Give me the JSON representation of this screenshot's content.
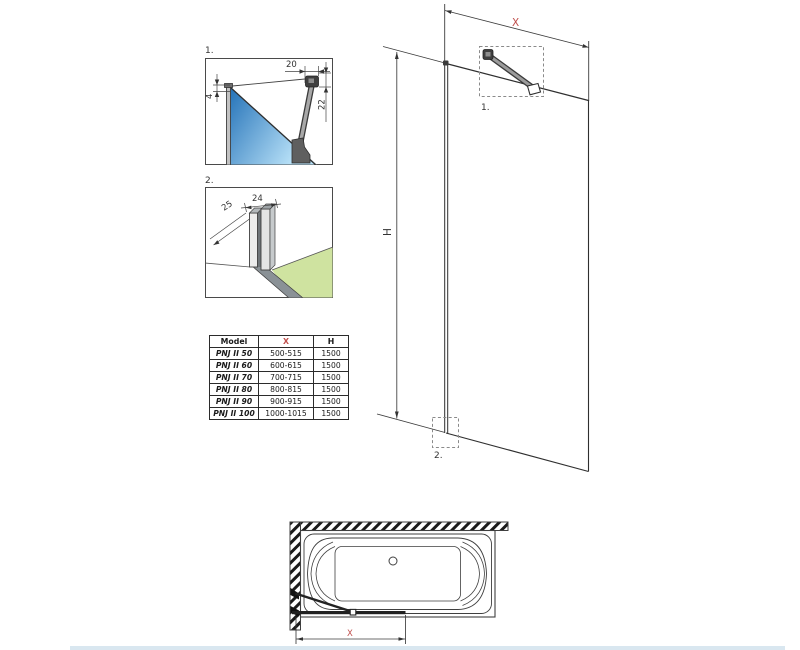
{
  "page": {
    "background": "#ffffff"
  },
  "colors": {
    "accent_red": "#c0504d",
    "line_dark": "#3c3c3c",
    "glass_blue_dark": "#2472b8",
    "glass_blue_light": "#b7e0f7",
    "floor_green": "#cfe3a0",
    "profile_gray": "#c8c8c8",
    "footer_strip": "#d9e7f0"
  },
  "detail1": {
    "label": "1.",
    "dim_top": "20",
    "dim_right": "22",
    "dim_left": "4"
  },
  "detail2": {
    "label": "2.",
    "dim_top": "24",
    "dim_diag": "25"
  },
  "elevation": {
    "width_label": "X",
    "height_label": "H",
    "marker1": "1.",
    "marker2": "2."
  },
  "plan": {
    "width_label": "X"
  },
  "table": {
    "headers": [
      "Model",
      "X",
      "H"
    ],
    "rows": [
      {
        "model": "PNJ II 50",
        "x": "500-515",
        "h": "1500"
      },
      {
        "model": "PNJ II 60",
        "x": "600-615",
        "h": "1500"
      },
      {
        "model": "PNJ II 70",
        "x": "700-715",
        "h": "1500"
      },
      {
        "model": "PNJ II 80",
        "x": "800-815",
        "h": "1500"
      },
      {
        "model": "PNJ II 90",
        "x": "900-915",
        "h": "1500"
      },
      {
        "model": "PNJ II 100",
        "x": "1000-1015",
        "h": "1500"
      }
    ]
  }
}
